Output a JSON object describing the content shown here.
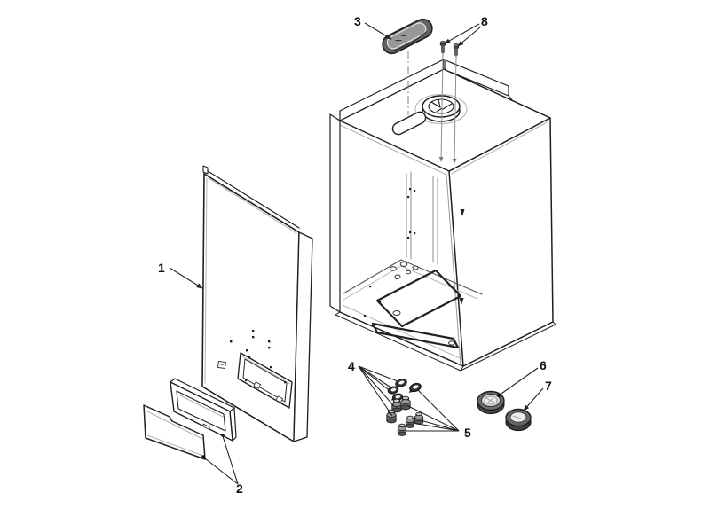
{
  "diagram": {
    "type": "exploded-parts-diagram",
    "background_color": "#ffffff",
    "line_color": "#1f1f1f",
    "light_line_color": "#aaaaaa",
    "dark_part_color": "#4f4f4f",
    "callouts": [
      {
        "number": "1"
      },
      {
        "number": "2"
      },
      {
        "number": "3"
      },
      {
        "number": "4"
      },
      {
        "number": "5"
      },
      {
        "number": "6"
      },
      {
        "number": "7"
      },
      {
        "number": "8"
      }
    ]
  }
}
